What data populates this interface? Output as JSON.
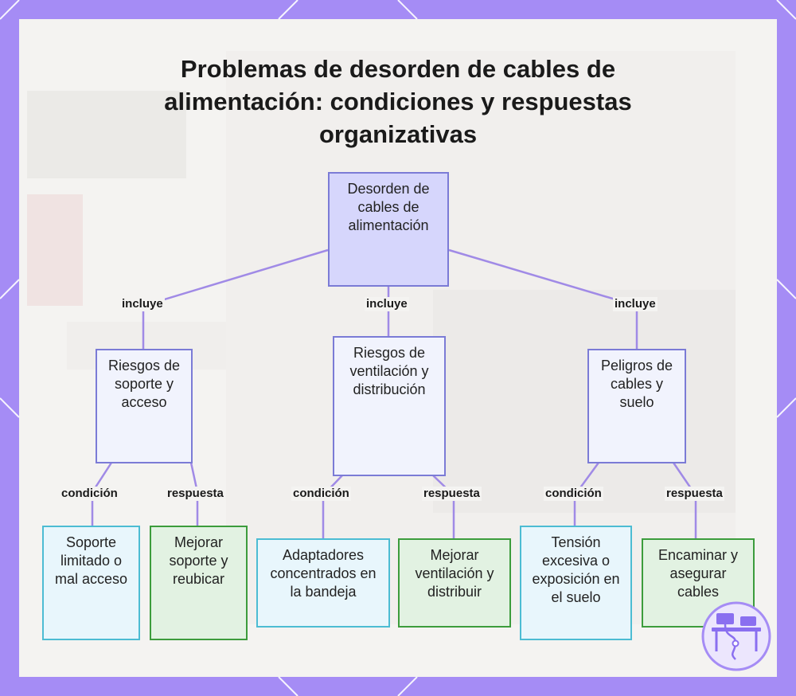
{
  "title": "Problemas de desorden de cables de alimentación: condiciones y respuestas organizativas",
  "nodes": {
    "root": "Desorden de cables de alimentación",
    "support": "Riesgos de soporte y acceso",
    "ventilation": "Riesgos de ventilación y distribución",
    "floor": "Peligros de cables y suelo",
    "support_condition": "Soporte limitado o mal acceso",
    "support_response": "Mejorar soporte y reubicar",
    "ventilation_condition": "Adaptadores concentrados en la bandeja",
    "ventilation_response": "Mejorar ventilación y distribuir",
    "floor_condition": "Tensión excesiva o exposición en el suelo",
    "floor_response": "Encaminar y asegurar cables"
  },
  "edge_labels": {
    "includes": "incluye",
    "condition": "condición",
    "response": "respuesta"
  },
  "colors": {
    "frame": "#a58cf5",
    "root_fill": "#d6d6fc",
    "node_border": "#7b7bd6",
    "condition_border": "#4cbcd3",
    "response_border": "#3c9c3c",
    "connector": "#a08ae6"
  },
  "icons": [
    "workspace-cables-logo-icon"
  ]
}
